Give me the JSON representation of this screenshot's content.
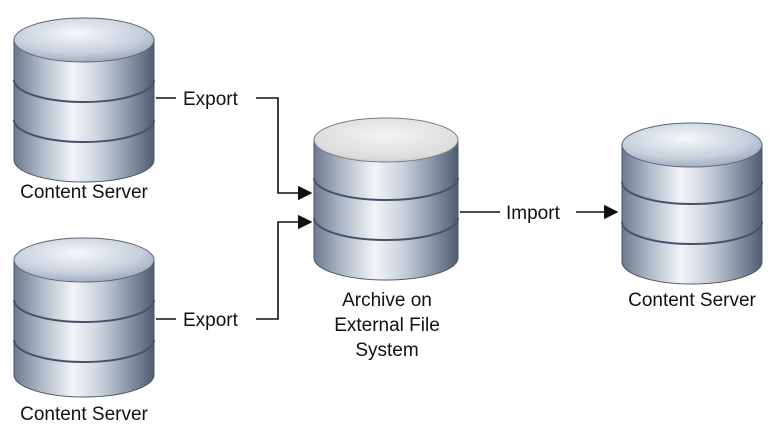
{
  "diagram": {
    "sources": [
      {
        "label": "Content Server",
        "action": "Export"
      },
      {
        "label": "Content Server",
        "action": "Export"
      }
    ],
    "archive": {
      "label_lines": [
        "Archive on",
        "External File",
        "System"
      ]
    },
    "import_label": "Import",
    "target": {
      "label": "Content Server"
    },
    "colors": {
      "cylinder_dark": "#5f6e82",
      "cylinder_light": "#e8ebf0",
      "archive_top": "#d9d9d9",
      "line": "#111111"
    }
  }
}
